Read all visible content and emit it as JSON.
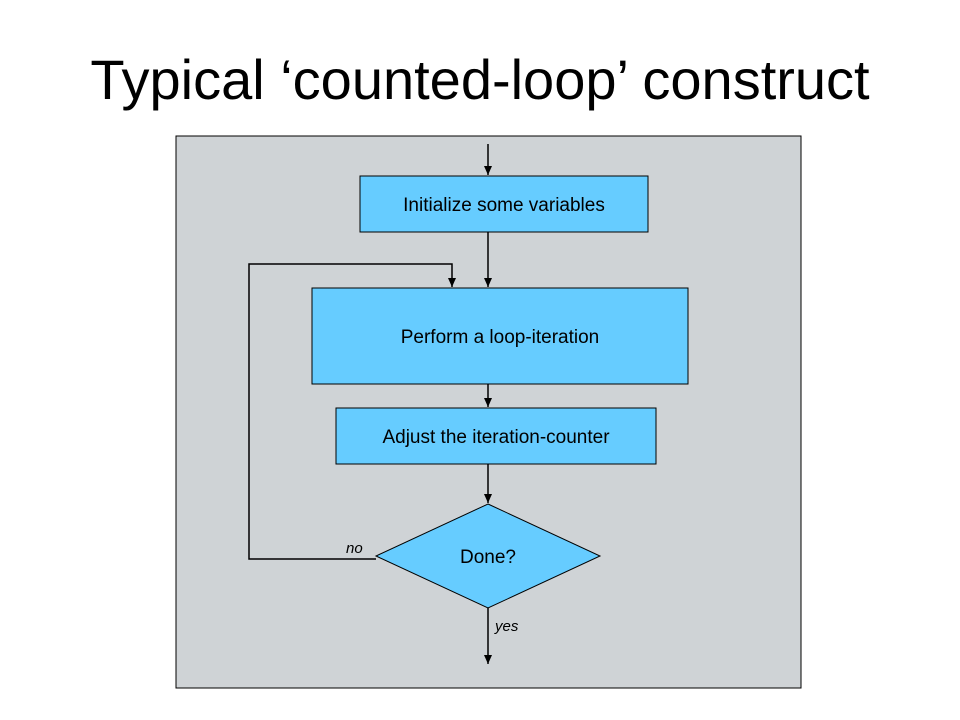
{
  "title": "Typical ‘counted-loop’ construct",
  "diagram": {
    "nodes": {
      "init": "Initialize some variables",
      "loop": "Perform a loop-iteration",
      "adjust": "Adjust the iteration-counter",
      "decision": "Done?"
    },
    "edge_labels": {
      "no": "no",
      "yes": "yes"
    },
    "colors": {
      "panel": "#cfd3d6",
      "node_fill": "#66ccff",
      "stroke": "#000000"
    }
  }
}
